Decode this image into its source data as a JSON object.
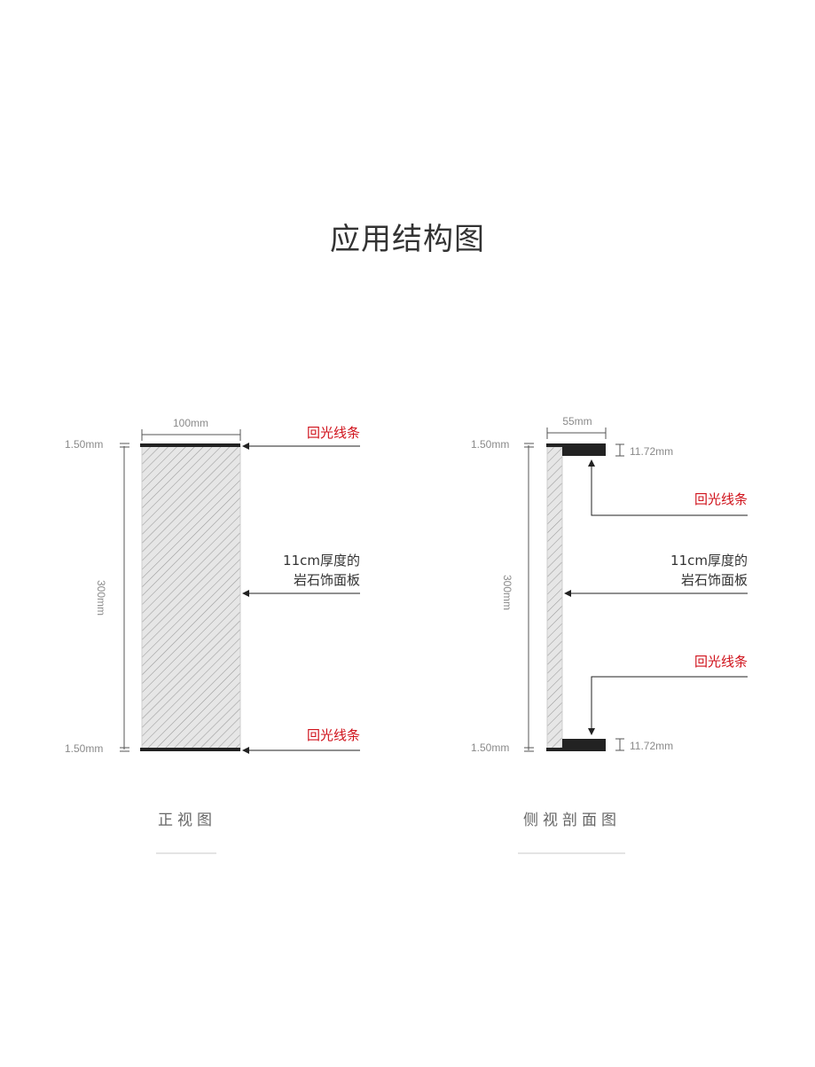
{
  "title": "应用结构图",
  "front_view": {
    "caption": "正视图",
    "width_dim": "100mm",
    "height_dim": "300mm",
    "top_edge_dim": "1.50mm",
    "bottom_edge_dim": "1.50mm",
    "label_top": "回光线条",
    "label_panel_line1": "11cm厚度的",
    "label_panel_line2": "岩石饰面板",
    "label_bottom": "回光线条"
  },
  "side_view": {
    "caption": "侧视剖面图",
    "width_dim": "55mm",
    "height_dim": "300mm",
    "top_edge_dim": "1.50mm",
    "bottom_edge_dim": "1.50mm",
    "top_flange_dim": "11.72mm",
    "bottom_flange_dim": "11.72mm",
    "label_top": "回光线条",
    "label_panel_line1": "11cm厚度的",
    "label_panel_line2": "岩石饰面板",
    "label_bottom": "回光线条"
  },
  "colors": {
    "accent_red": "#d0121b",
    "strip": "#222222",
    "hatch_fill": "#e6e6e6",
    "hatch_line": "#9a9a9a"
  }
}
